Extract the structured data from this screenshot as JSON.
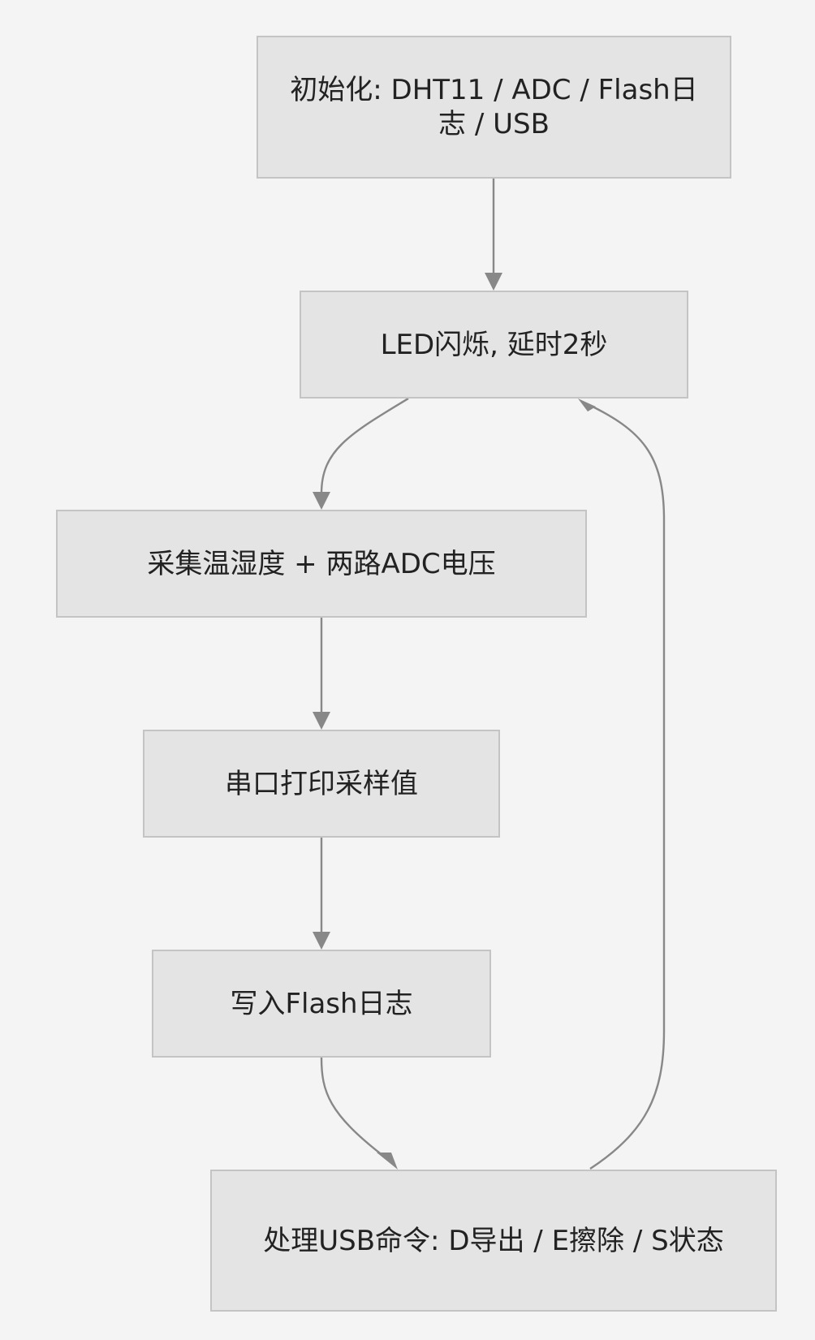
{
  "diagram": {
    "type": "flowchart",
    "colors": {
      "background": "#f4f4f4",
      "node_fill": "#e4e4e4",
      "node_border": "#c4c4c4",
      "edge": "#888888",
      "text": "#222222"
    },
    "nodes": [
      {
        "id": "init",
        "label": "初始化: DHT11 / ADC / Flash日志 / USB"
      },
      {
        "id": "led",
        "label": "LED闪烁, 延时2秒"
      },
      {
        "id": "sample",
        "label": "采集温湿度 + 两路ADC电压"
      },
      {
        "id": "print",
        "label": "串口打印采样值"
      },
      {
        "id": "log",
        "label": "写入Flash日志"
      },
      {
        "id": "usb",
        "label": "处理USB命令: D导出 / E擦除 / S状态"
      }
    ],
    "edges": [
      {
        "from": "init",
        "to": "led"
      },
      {
        "from": "led",
        "to": "sample"
      },
      {
        "from": "sample",
        "to": "print"
      },
      {
        "from": "print",
        "to": "log"
      },
      {
        "from": "log",
        "to": "usb"
      },
      {
        "from": "usb",
        "to": "led"
      }
    ]
  }
}
